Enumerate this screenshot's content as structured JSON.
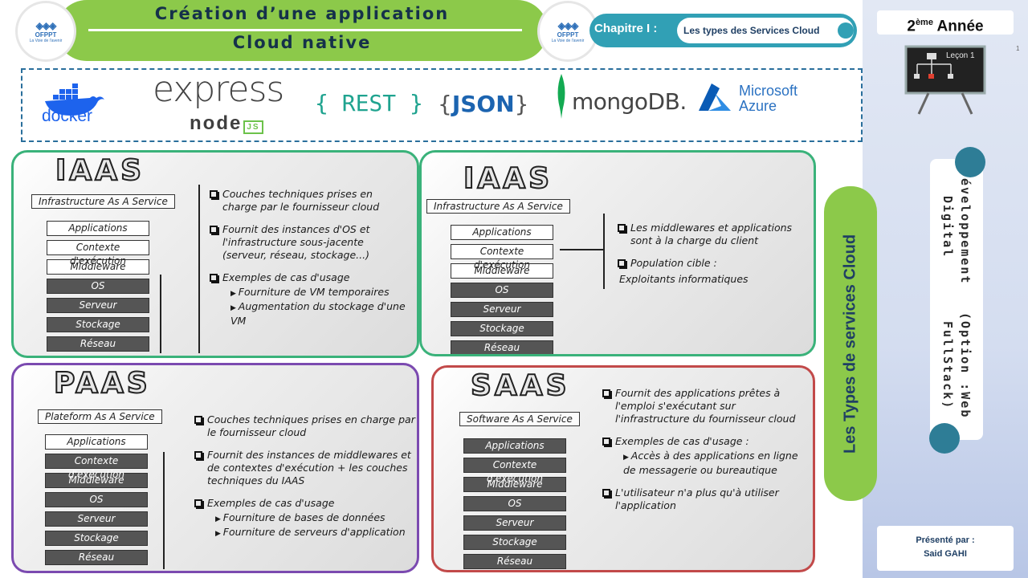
{
  "header": {
    "title_line1": "Création d’une application",
    "title_line2": "Cloud native",
    "logo_mark": "◈◈◈",
    "logo_name": "OFPPT",
    "logo_tag": "La Voie de l'avenir",
    "chapitre_label": "Chapitre I :",
    "chapitre_value": "Les types des Services Cloud"
  },
  "tech_logos": {
    "docker": "docker",
    "express": "express",
    "node": "node",
    "node_js": "JS",
    "rest": "{ REST }",
    "json_open": "{",
    "json": "JSON",
    "json_close": "}",
    "mongo": "mongoDB.",
    "azure_line1": "Microsoft",
    "azure_line2": "Azure"
  },
  "cards": {
    "iaas1": {
      "title": "IAAS",
      "subtitle": "Infrastructure As A Service",
      "layers": [
        "Applications",
        "Contexte d'exécution",
        "Middleware",
        "OS",
        "Serveur",
        "Stockage",
        "Réseau"
      ],
      "b1": "Couches techniques prises en charge par le fournisseur cloud",
      "b2": "Fournit des instances d'OS et l'infrastructure sous-jacente (serveur, réseau, stockage...)",
      "b3": "Exemples de cas d'usage",
      "s1": "Fourniture de VM temporaires",
      "s2": "Augmentation du stockage d'une VM"
    },
    "iaas2": {
      "title": "IAAS",
      "subtitle": "Infrastructure As A Service",
      "layers": [
        "Applications",
        "Contexte d'exécution",
        "Middleware",
        "OS",
        "Serveur",
        "Stockage",
        "Réseau"
      ],
      "b1": "Les middlewares et applications sont à la charge du client",
      "b2": "Population cible :",
      "b2b": "Exploitants informatiques"
    },
    "paas": {
      "title": "PAAS",
      "subtitle": "Plateform As A Service",
      "layers": [
        "Applications",
        "Contexte d'exécution",
        "Middleware",
        "OS",
        "Serveur",
        "Stockage",
        "Réseau"
      ],
      "b1": "Couches techniques prises en charge par le fournisseur cloud",
      "b2": "Fournit des instances de middlewares et de contextes d'exécution + les couches techniques du IAAS",
      "b3": "Exemples de cas d'usage",
      "s1": "Fourniture de bases de données",
      "s2": "Fourniture de serveurs d'application"
    },
    "saas": {
      "title": "SAAS",
      "subtitle": "Software As A Service",
      "layers": [
        "Applications",
        "Contexte d'exécution",
        "Middleware",
        "OS",
        "Serveur",
        "Stockage",
        "Réseau"
      ],
      "b1": "Fournit des applications prêtes à l'emploi s'exécutant sur l'infrastructure du fournisseur cloud",
      "b2": "Exemples de cas d'usage :",
      "s1": "Accès à des applications en ligne de messagerie ou bureautique",
      "b3": "L'utilisateur n'a plus qu'à utiliser l'application"
    }
  },
  "right": {
    "vertical_title": "Les Types de services Cloud",
    "annee_num": "2",
    "annee_sup": "ème",
    "annee_word": "Année",
    "lecon": "Leçon 1",
    "page_num": "1",
    "dev_line1": "Développement Digital",
    "dev_line2": "(Option :Web FullStack)",
    "presented_by": "Présenté par :",
    "presenter": "Said GAHI"
  }
}
